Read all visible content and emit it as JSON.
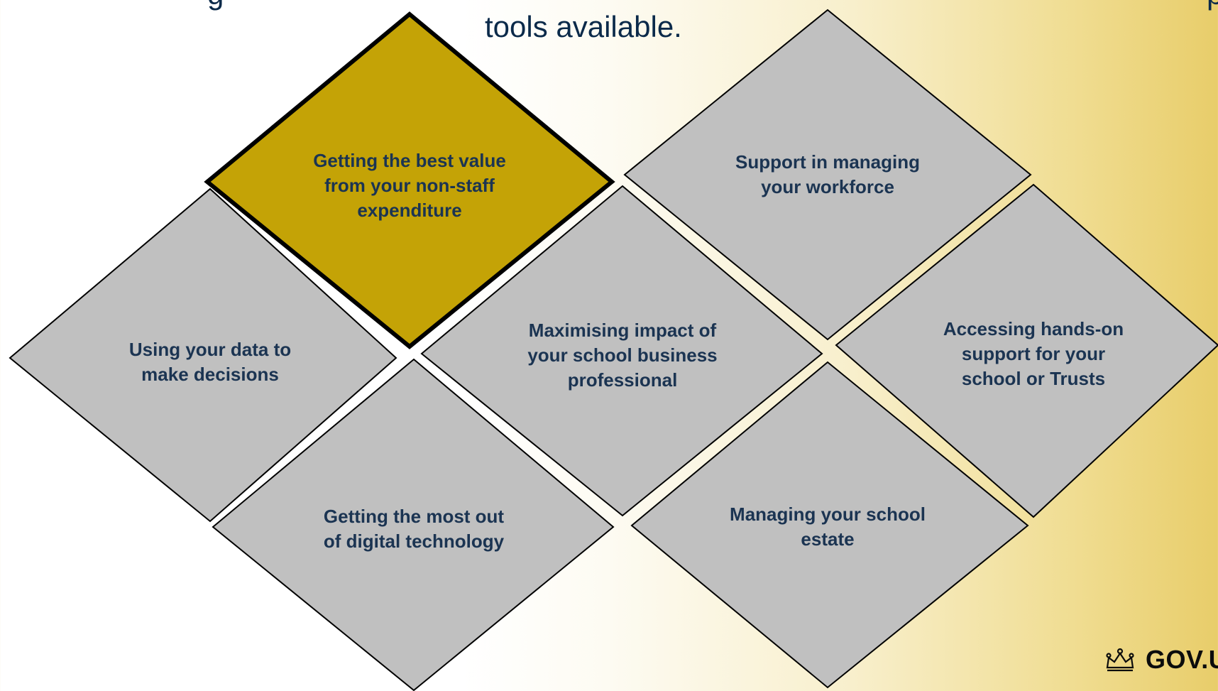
{
  "header": {
    "line1_start": "g",
    "line1_link": "",
    "line1_end": "p",
    "line2": "tools available."
  },
  "tiles": [
    {
      "label": "Getting the best value from your non-staff expenditure",
      "state": "selected",
      "color": "#c4a306"
    },
    {
      "label": "Support in managing your workforce",
      "state": "default",
      "color": "#c0c0c0"
    },
    {
      "label": "Using your data to make decisions",
      "state": "default",
      "color": "#c0c0c0"
    },
    {
      "label": "Maximising impact of your school business professional",
      "state": "default",
      "color": "#c0c0c0"
    },
    {
      "label": "Accessing hands-on support for your school or Trusts",
      "state": "default",
      "color": "#c0c0c0"
    },
    {
      "label": "Getting the most out of digital technology",
      "state": "default",
      "color": "#c0c0c0"
    },
    {
      "label": "Managing your school estate",
      "state": "default",
      "color": "#c0c0c0"
    }
  ],
  "footer": {
    "logo_text": "GOV.UK",
    "logo_icon": "crown-icon"
  },
  "colors": {
    "text": "#1b3452",
    "selected_fill": "#c4a306",
    "tile_fill": "#c0c0c0",
    "outline": "#000000"
  }
}
